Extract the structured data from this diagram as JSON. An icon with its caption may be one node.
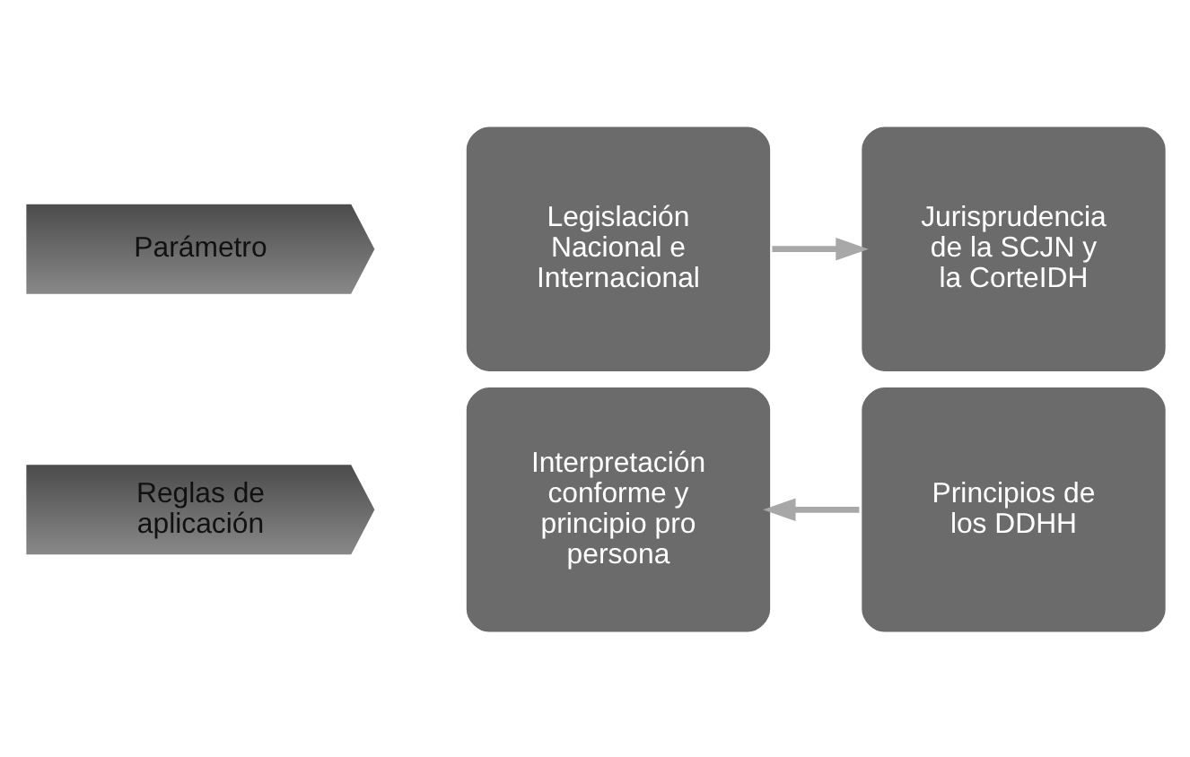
{
  "diagram": {
    "nodes": [
      {
        "text": [
          "Parámetro"
        ]
      },
      {
        "text": [
          "Reglas de aplicación"
        ]
      },
      {
        "text": [
          "Legislación Nacional e Internacional"
        ]
      },
      {
        "text": [
          "Jurisprudencia de la SCJN y la CorteIDH"
        ]
      },
      {
        "text": [
          "Interpretación conforme y principio pro persona"
        ]
      },
      {
        "text": [
          "Principios de los DDHH"
        ]
      }
    ],
    "edges": [
      {
        "from": 2,
        "to": 3,
        "arrow": "to"
      },
      {
        "from": 5,
        "to": 4,
        "arrow": "to"
      }
    ]
  }
}
